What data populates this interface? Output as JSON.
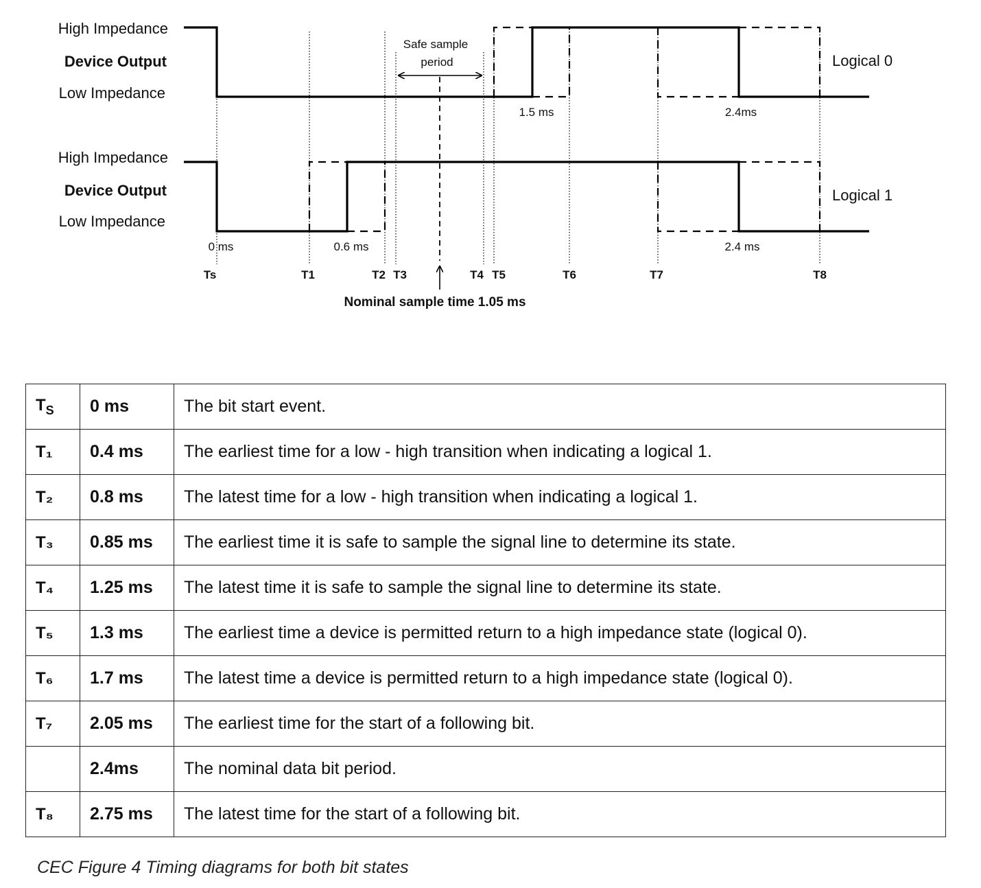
{
  "diagram": {
    "waveforms": [
      {
        "high_label": "High Impedance",
        "title": "Device Output",
        "low_label": "Low Impedance",
        "state_label": "Logical 0",
        "duration_labels": [
          "1.5 ms",
          "2.4ms"
        ]
      },
      {
        "high_label": "High Impedance",
        "title": "Device Output",
        "low_label": "Low Impedance",
        "state_label": "Logical 1",
        "duration_labels": [
          "0 ms",
          "0.6 ms",
          "2.4 ms"
        ]
      }
    ],
    "safe_sample_label": [
      "Safe sample",
      "period"
    ],
    "time_markers": [
      "Ts",
      "T1",
      "T2",
      "T3",
      "T4",
      "T5",
      "T6",
      "T7",
      "T8"
    ],
    "nominal_sample_label": "Nominal sample time 1.05 ms"
  },
  "table": {
    "rows": [
      {
        "symbol": "Ts",
        "sym_main": "T",
        "sym_sub": "S",
        "time": "0 ms",
        "description": "The bit start event."
      },
      {
        "symbol": "T₁",
        "time": "0.4 ms",
        "description": "The earliest time for a low - high transition when indicating a logical 1."
      },
      {
        "symbol": "T₂",
        "time": "0.8 ms",
        "description": "The latest time for a low - high transition when indicating a logical 1."
      },
      {
        "symbol": "T₃",
        "time": "0.85 ms",
        "description": "The earliest time it is safe to sample the signal line to determine its state."
      },
      {
        "symbol": "T₄",
        "time": "1.25 ms",
        "description": "The latest time it is safe to sample the signal line to determine its state."
      },
      {
        "symbol": "T₅",
        "time": "1.3 ms",
        "description": "The earliest time a device is permitted return to a high impedance state (logical 0)."
      },
      {
        "symbol": "T₆",
        "time": "1.7 ms",
        "description": "The latest time a device is permitted return to a high impedance state (logical 0)."
      },
      {
        "symbol": "T₇",
        "time": "2.05 ms",
        "description": "The earliest time for the start of a following bit."
      },
      {
        "symbol": "",
        "time": "2.4ms",
        "description": "The nominal data bit period."
      },
      {
        "symbol": "T₈",
        "time": "2.75 ms",
        "description": "The latest time for the start of a following bit."
      }
    ]
  },
  "caption": "CEC Figure 4 Timing diagrams for both bit states"
}
